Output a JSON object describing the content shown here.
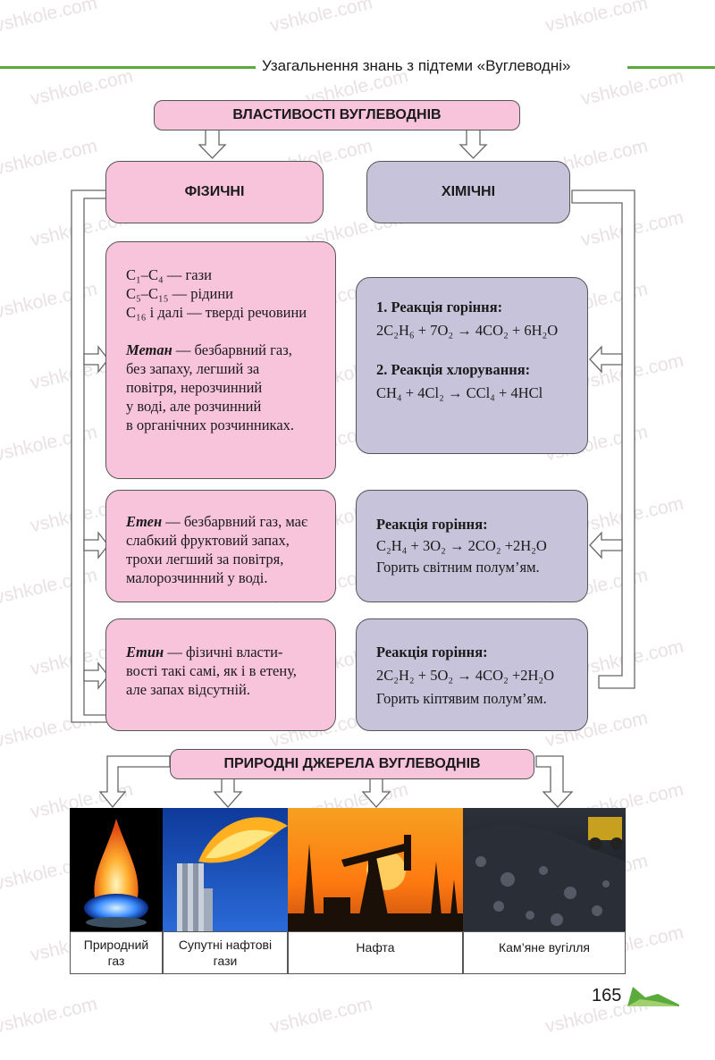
{
  "header": {
    "title": "Узагальнення знань з підтеми «Вуглеводні»"
  },
  "colors": {
    "pink": "#f8c4dc",
    "lavender": "#c7c3da",
    "header_line": "#5aaa3c",
    "header_box": "#f8c4dc"
  },
  "top_header": "ВЛАСТИВОСТІ ВУГЛЕВОДНІВ",
  "physical": {
    "title": "ФІЗИЧНІ",
    "box1": {
      "line1": "C₁–C₄ — гази",
      "line2": "C₅–C₁₅ — рідини",
      "line3": "C₁₆ і далі — тверді речовини",
      "methane_term": "Метан",
      "methane_lines": [
        " — безбарвний газ,",
        "без запаху, легший за",
        "повітря, нерозчинний",
        "у воді, але розчинний",
        "в органічних розчинниках."
      ]
    },
    "box2": {
      "term": "Етен",
      "lines": [
        " — безбарвний газ, має",
        "слабкий фруктовий запах,",
        "трохи легший за повітря,",
        "малорозчинний у воді."
      ]
    },
    "box3": {
      "term": "Етин",
      "lines": [
        " — фізичні власти-",
        "вості такі самі, як і в етену,",
        "але запах відсутній."
      ]
    }
  },
  "chemical": {
    "title": "ХІМІЧНІ",
    "box1": {
      "heading1": "1. Реакція горіння:",
      "eq1": "2C₂H₆ + 7O₂ → 4CO₂ + 6H₂O",
      "heading2": "2. Реакція хлорування:",
      "eq2": "CH₄ + 4Cl₂ → CCl₄ + 4HCl"
    },
    "box2": {
      "heading": "Реакція горіння:",
      "eq": "C₂H₄ + 3O₂ → 2CO₂ +2H₂O",
      "note": "Горить світним полум’ям."
    },
    "box3": {
      "heading": "Реакція горіння:",
      "eq": "2C₂H₂ + 5O₂ → 4CO₂ +2H₂O",
      "note": "Горить кіптявим полум’ям."
    }
  },
  "sources": {
    "title": "ПРИРОДНІ ДЖЕРЕЛА ВУГЛЕВОДНІВ",
    "captions": [
      {
        "line1": "Природний",
        "line2": "газ"
      },
      {
        "line1": "Супутні нафтові",
        "line2": "гази"
      },
      {
        "line1": "Нафта",
        "line2": ""
      },
      {
        "line1": "Кам’яне вугілля",
        "line2": ""
      }
    ]
  },
  "page_number": "165",
  "watermark": "vshkole.com"
}
